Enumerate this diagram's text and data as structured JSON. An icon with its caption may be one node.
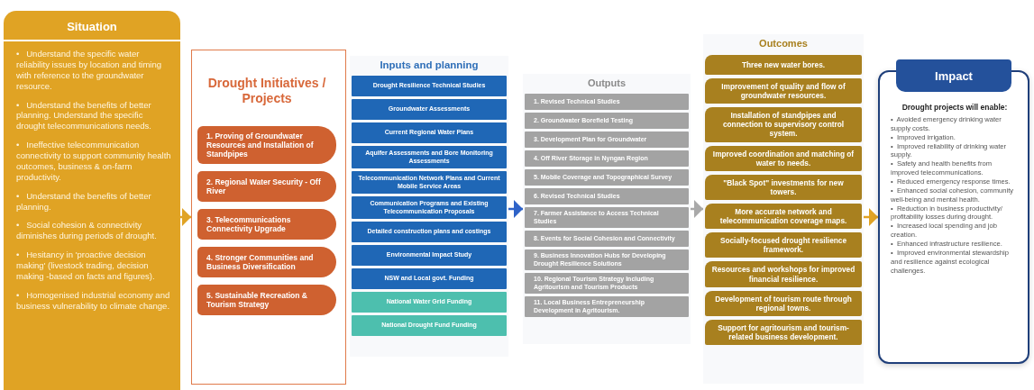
{
  "diagram": {
    "nodes": [
      {
        "text": [
          "Situation",
          "•   Understand the specific water reliability issues by location and timing with reference to the groundwater resource.",
          "•   Understand the benefits of better planning. Understand the specific drought telecommunications needs.",
          "•   Ineffective telecommunication connectivity to support community health outcomes, business & on-farm productivity.",
          "•   Understand the benefits of better planning.",
          "•   Social cohesion & connectivity diminishes during periods of drought.",
          "•   Hesitancy in 'proactive decision making' (livestock trading, decision making -based on facts and figures).",
          "•   Homogenised industrial economy and business vulnerability to climate change."
        ]
      },
      {
        "text": [
          "Drought Initiatives / Projects"
        ]
      },
      {
        "text": [
          "1. Proving of Groundwater Resources and Installation of Standpipes"
        ],
        "in": 1
      },
      {
        "text": [
          "2. Regional Water Security - Off River"
        ],
        "in": 1
      },
      {
        "text": [
          "3. Telecommunications Connectivity Upgrade"
        ],
        "in": 1
      },
      {
        "text": [
          "4. Stronger Communities and Business Diversification"
        ],
        "in": 1
      },
      {
        "text": [
          "5. Sustainable Recreation & Tourism Strategy"
        ],
        "in": 1
      },
      {
        "text": [
          "Inputs and planning"
        ]
      },
      {
        "text": [
          "Drought Resilience Technical Studies"
        ],
        "in": 7
      },
      {
        "text": [
          "Groundwater Assessments"
        ],
        "in": 7
      },
      {
        "text": [
          "Current Regional Water Plans"
        ],
        "in": 7
      },
      {
        "text": [
          "Aquifer Assessments and Bore Monitoring Assessments"
        ],
        "in": 7
      },
      {
        "text": [
          "Telecommunication Network Plans and Current Mobile Service Areas"
        ],
        "in": 7
      },
      {
        "text": [
          "Communication Programs and Existing Telecommunication Proposals"
        ],
        "in": 7
      },
      {
        "text": [
          "Detailed construction plans and costings"
        ],
        "in": 7
      },
      {
        "text": [
          "Environmental Impact Study"
        ],
        "in": 7
      },
      {
        "text": [
          "NSW and Local govt. Funding"
        ],
        "in": 7
      },
      {
        "text": [
          "National Water Grid Funding"
        ],
        "in": 7
      },
      {
        "text": [
          "National Drought Fund Funding"
        ],
        "in": 7
      },
      {
        "text": [
          "Outputs"
        ]
      },
      {
        "text": [
          "1. Revised Technical Studies"
        ],
        "in": 19
      },
      {
        "text": [
          "2. Groundwater Borefield Testing"
        ],
        "in": 19
      },
      {
        "text": [
          "3. Development Plan for Groundwater"
        ],
        "in": 19
      },
      {
        "text": [
          "4. Off River Storage in Nyngan Region"
        ],
        "in": 19
      },
      {
        "text": [
          "5. Mobile Coverage and Topographical Survey"
        ],
        "in": 19
      },
      {
        "text": [
          "6. Revised Technical Studies"
        ],
        "in": 19
      },
      {
        "text": [
          "7. Farmer Assistance to Access Technical Studies"
        ],
        "in": 19
      },
      {
        "text": [
          "8. Events for Social Cohesion and Connectivity"
        ],
        "in": 19
      },
      {
        "text": [
          "9. Business Innovation Hubs for Developing Drought Resilience Solutions"
        ],
        "in": 19
      },
      {
        "text": [
          "10. Regional Tourism Strategy Including Agritourism and Tourism Products"
        ],
        "in": 19
      },
      {
        "text": [
          "11. Local Business Entrepreneurship Development in Agritourism."
        ],
        "in": 19
      },
      {
        "text": [
          "Outcomes"
        ]
      },
      {
        "text": [
          "Three new water bores."
        ],
        "in": 31
      },
      {
        "text": [
          "Improvement of quality and flow of groundwater resources."
        ],
        "in": 31
      },
      {
        "text": [
          "Installation of standpipes and connection to supervisory control system."
        ],
        "in": 31
      },
      {
        "text": [
          "Improved coordination and matching of water to needs."
        ],
        "in": 31
      },
      {
        "text": [
          "\"Black Spot\" investments for new towers."
        ],
        "in": 31
      },
      {
        "text": [
          "More accurate network and telecommunication coverage maps."
        ],
        "in": 31
      },
      {
        "text": [
          "Socially-focused drought resilience framework."
        ],
        "in": 31
      },
      {
        "text": [
          "Resources and workshops for improved financial resilience."
        ],
        "in": 31
      },
      {
        "text": [
          "Development of tourism route through regional towns."
        ],
        "in": 31
      },
      {
        "text": [
          "Support for agritourism and tourism-related business development."
        ],
        "in": 31
      },
      {
        "text": [
          "Impact",
          "Drought projects will enable:",
          "•  Avoided emergency drinking water supply costs.",
          "•  Improved irrigation.",
          "•  Improved reliability of drinking water supply.",
          "•  Safety and health benefits from improved telecommunications.",
          "•  Reduced emergency response times.",
          "•  Enhanced social cohesion, community well-being and mental health.",
          "•  Reduction in business productivity/ profitability losses during drought.",
          "•  Increased local spending and job creation.",
          "•  Enhanced infrastructure resilience.",
          "•  Improved environmental stewardship and resilience against ecological challenges."
        ]
      }
    ],
    "edges": [
      {
        "from": 0,
        "to": 1,
        "arrow": "to",
        "color": "#e0a324"
      },
      {
        "from": 7,
        "to": 19,
        "arrow": "to",
        "color": "#2f63c8"
      },
      {
        "from": 19,
        "to": 31,
        "arrow": "to",
        "color": "#a9a9a9"
      },
      {
        "from": 31,
        "to": 42,
        "arrow": "to",
        "color": "#e0a324"
      }
    ]
  }
}
